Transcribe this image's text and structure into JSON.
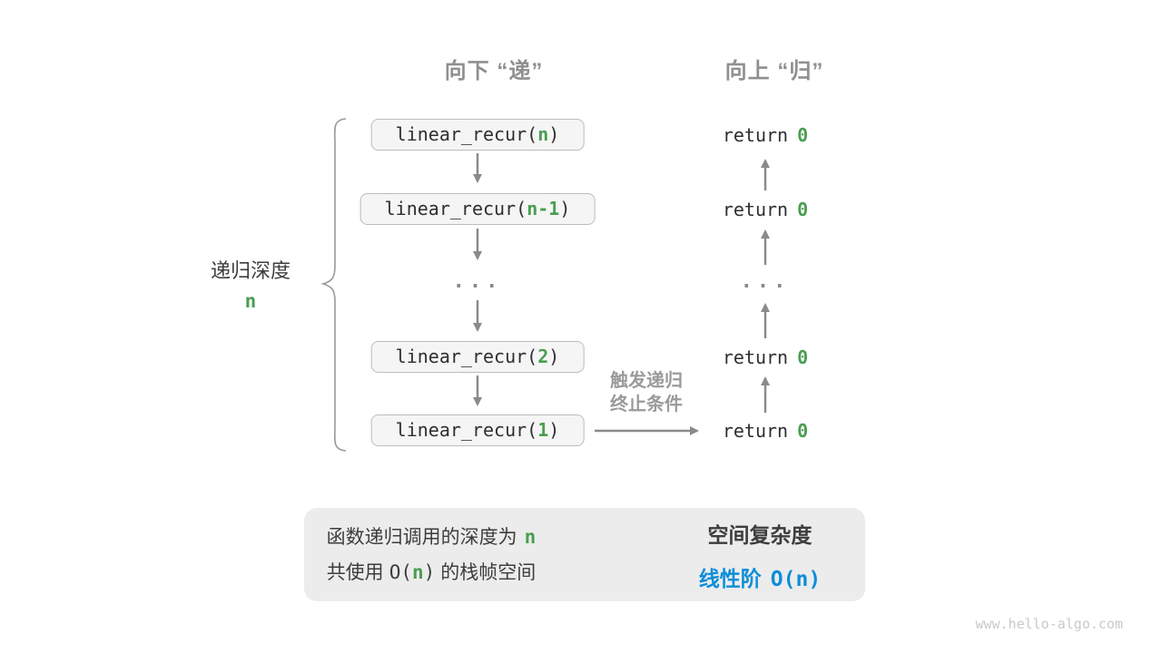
{
  "colors": {
    "green_accent": "#4a9e52",
    "blue_accent": "#0d8ed9",
    "gray_label": "#8f8f8f",
    "dark_text": "#3d3d3d",
    "code_text": "#2f2f2f",
    "arrow_gray": "#8a8a8a",
    "box_fill": "#f5f5f5",
    "box_border": "#bcbcbc",
    "summary_fill": "#ececec"
  },
  "columns": {
    "down": {
      "header": "向下 “递”"
    },
    "up": {
      "header": "向上 “归”"
    }
  },
  "stack_boxes": [
    {
      "prefix": "linear_recur(",
      "arg": "n",
      "suffix": ")"
    },
    {
      "prefix": "linear_recur(",
      "arg": "n-1",
      "suffix": ")"
    },
    {
      "prefix": "linear_recur(",
      "arg": "2",
      "suffix": ")"
    },
    {
      "prefix": "linear_recur(",
      "arg": "1",
      "suffix": ")"
    }
  ],
  "returns": [
    {
      "keyword": "return",
      "value": "0"
    },
    {
      "keyword": "return",
      "value": "0"
    },
    {
      "keyword": "return",
      "value": "0"
    },
    {
      "keyword": "return",
      "value": "0"
    }
  ],
  "ellipsis": "...",
  "depth_label": {
    "text": "递归深度",
    "value": "n"
  },
  "trigger_label": {
    "line1": "触发递归",
    "line2": "终止条件"
  },
  "summary": {
    "depth_line": {
      "text": "函数递归调用的深度为",
      "value": "n"
    },
    "space_line": {
      "pre": "共使用",
      "code_open": "O(",
      "value": "n",
      "code_close": ")",
      "post": "的栈帧空间"
    },
    "title": "空间复杂度",
    "result": {
      "label": "线性阶",
      "code_open": "O(",
      "value": "n",
      "code_close": ")"
    }
  },
  "watermark": "www.hello-algo.com"
}
